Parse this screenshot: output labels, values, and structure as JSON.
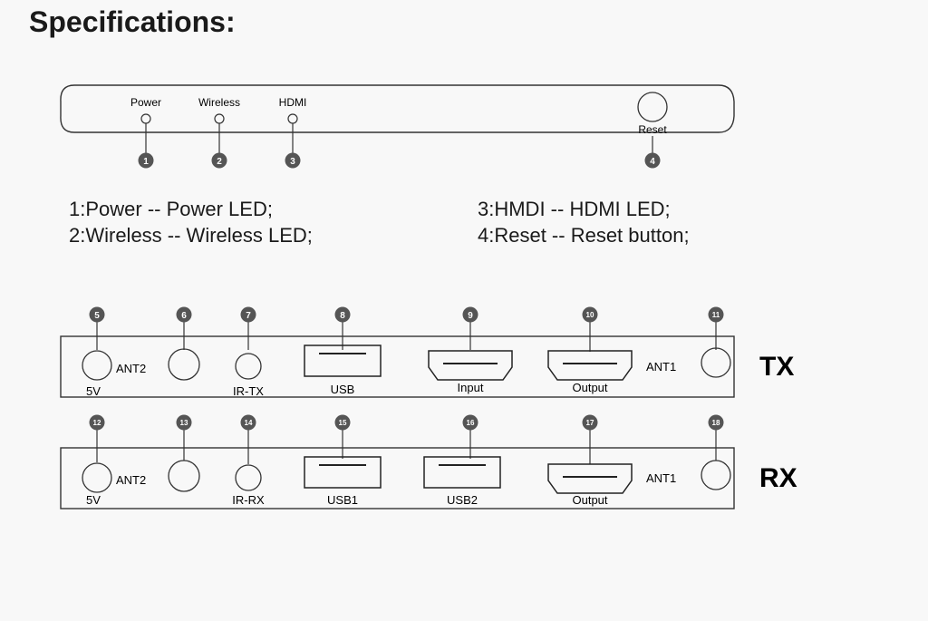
{
  "title": "Specifications:",
  "front_panel": {
    "labels": {
      "power": "Power",
      "wireless": "Wireless",
      "hdmi": "HDMI",
      "reset": "Reset"
    },
    "callouts": [
      "1",
      "2",
      "3",
      "4"
    ]
  },
  "legend": [
    "1:Power -- Power LED;",
    "2:Wireless -- Wireless LED;",
    "3:HMDI -- HDMI LED;",
    "4:Reset -- Reset button;"
  ],
  "tx_panel": {
    "name": "TX",
    "labels": {
      "ant2": "ANT2",
      "v5": "5V",
      "ir": "IR-TX",
      "usb": "USB",
      "input": "Input",
      "output": "Output",
      "ant1": "ANT1"
    },
    "callouts": [
      "5",
      "6",
      "7",
      "8",
      "9",
      "10",
      "11"
    ]
  },
  "rx_panel": {
    "name": "RX",
    "labels": {
      "ant2": "ANT2",
      "v5": "5V",
      "ir": "IR-RX",
      "usb1": "USB1",
      "usb2": "USB2",
      "output": "Output",
      "ant1": "ANT1"
    },
    "callouts": [
      "12",
      "13",
      "14",
      "15",
      "16",
      "17",
      "18"
    ]
  }
}
